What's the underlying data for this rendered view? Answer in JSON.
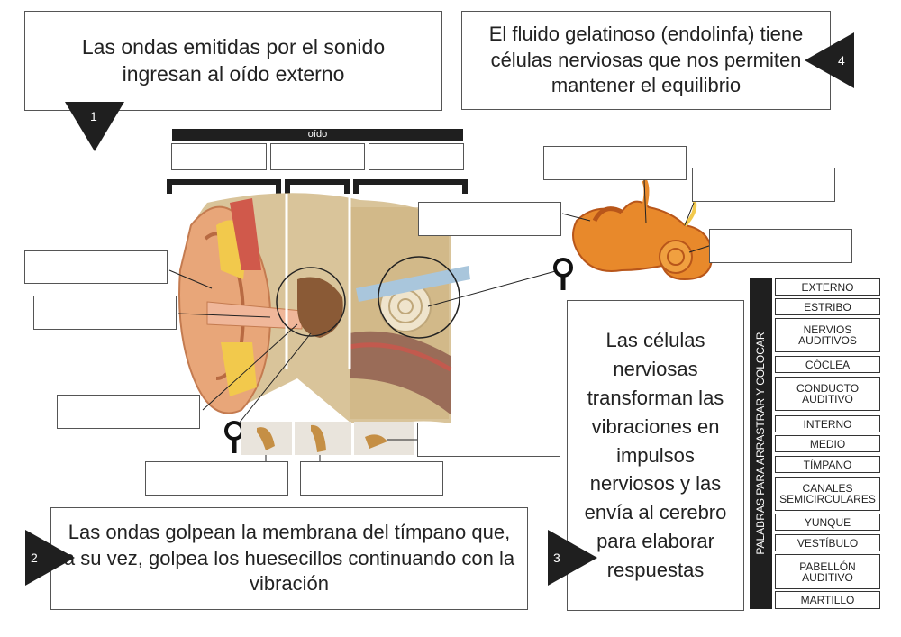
{
  "step1": {
    "number": "1",
    "text": "Las ondas emitidas por el sonido ingresan al oído externo"
  },
  "step2": {
    "number": "2",
    "text": "Las ondas golpean la membrana del tímpano que, a su vez, golpea los huesecillos continuando con la vibración"
  },
  "step3": {
    "number": "3",
    "text": "Las células nerviosas transforman las vibraciones en impulsos nerviosos y las envía al cerebro para elaborar respuestas"
  },
  "step4": {
    "number": "4",
    "text": "El fluido gelatinoso (endolinfa) tiene células nerviosas que nos permiten mantener el equilibrio"
  },
  "header_label": "oído",
  "word_bank_title": "PALABRAS PARA ARRASTRAR Y COLOCAR",
  "words": [
    "EXTERNO",
    "ESTRIBO",
    "NERVIOS AUDITIVOS",
    "CÓCLEA",
    "CONDUCTO AUDITIVO",
    "INTERNO",
    "MEDIO",
    "TÍMPANO",
    "CANALES SEMICIRCULARES",
    "YUNQUE",
    "VESTÍBULO",
    "PABELLÓN AUDITIVO",
    "MARTILLO"
  ],
  "colors": {
    "dark": "#1f1f1f",
    "skin": "#e6a878",
    "bone": "#d9c49a",
    "cochlea": "#e8892b"
  }
}
